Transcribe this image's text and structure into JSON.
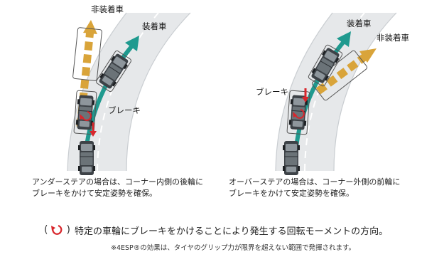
{
  "left_diagram": {
    "label_non_equipped": "非装着車",
    "label_equipped": "装着車",
    "label_brake": "ブレーキ",
    "caption_line1": "アンダーステアの場合は、コーナー内側の後輪に",
    "caption_line2": "ブレーキをかけて安定姿勢を確保。"
  },
  "right_diagram": {
    "label_equipped": "装着車",
    "label_non_equipped": "非装着車",
    "label_brake": "ブレーキ",
    "caption_line1": "オーバーステアの場合は、コーナー外側の前輪に",
    "caption_line2": "ブレーキをかけて安定姿勢を確保。"
  },
  "legend": {
    "paren_open": "(",
    "paren_close": ")",
    "text": "特定の車輪にブレーキをかけることにより発生する回転モーメントの方向。",
    "icon": "rotation-moment-icon"
  },
  "footnote": "※4ESP®の効果は、タイヤのグリップ力が限界を超えない範囲で発揮されます。",
  "colors": {
    "road": "#e6e8ea",
    "road_edge": "#c9cdd1",
    "orange_arrow": "#d9a43a",
    "teal_arrow": "#1f9a8f",
    "red_moment": "#d8262c",
    "car_body": "#3d4247"
  }
}
